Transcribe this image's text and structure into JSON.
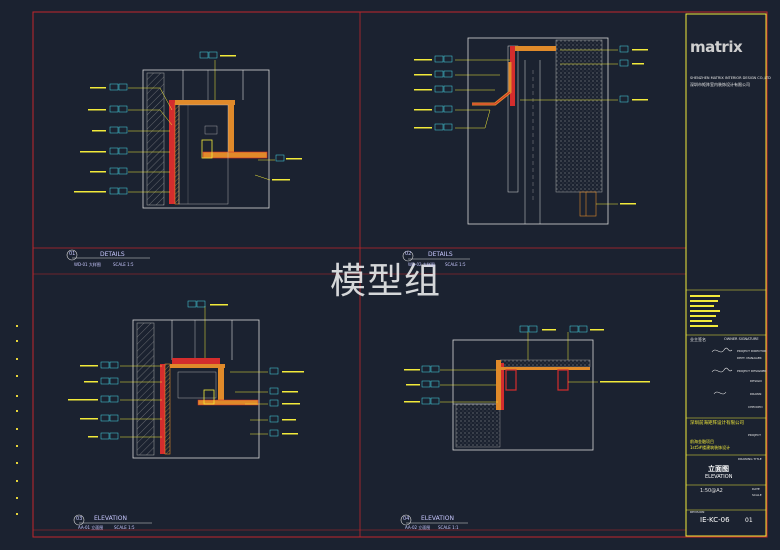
{
  "watermark": "模型组",
  "brand": "matrix",
  "title_block": {
    "company_en": "SHENZHEN MATRIX INTERIOR DESIGN CO.,LTD",
    "company_cn": "深圳市矩阵室内装饰设计有限公司",
    "client_cn": "深圳前海矩阵设计有限公司",
    "project_cn": "前海金融项目",
    "project_sub": "1st5#楼建筑装饰设计",
    "colors_label": "业主签名",
    "owner_sig": "OWNER SIGNATURE",
    "project_director": "PROJECT DIRECTOR",
    "dept_manager": "DEPT. MANAGER",
    "project_designer": "PROJECT DESIGNER",
    "design": "DESIGN",
    "drawn": "DRAWN",
    "checked": "CHECKED",
    "project": "PROJECT",
    "drawing_title": "DRAWING TITLE",
    "sheet_title_cn": "立面图",
    "sheet_title_en": "ELEVATION",
    "scale_value": "1:50@A2",
    "drawing_no": "IE-KC-06",
    "page_no": "01",
    "date": "DATE",
    "scale": "SCALE",
    "revision": "REVISION"
  },
  "panels": [
    {
      "num": "01",
      "title": "DETAILS",
      "sub": "WD-01 大样图",
      "scale": "SCALE 1:5"
    },
    {
      "num": "02",
      "title": "DETAILS",
      "sub": "WD-02 大样图",
      "scale": "SCALE 1:5"
    },
    {
      "num": "03",
      "title": "ELEVATION",
      "sub": "AA-01 立面图",
      "scale": "SCALE 1:5"
    },
    {
      "num": "04",
      "title": "ELEVATION",
      "sub": "AA-02 立面图",
      "scale": "SCALE 1:1"
    }
  ],
  "colors": {
    "background": "#1b2230",
    "frame": "#c0262b",
    "annotation": "#f2ea3a",
    "leader": "#f2ea3a",
    "outline": "#d8d8d8",
    "hatch": "#a8a8a8",
    "finish_red": "#d42d2d",
    "finish_orange": "#e08a2a",
    "tag_cyan": "#46d8e8"
  },
  "icons": [
    "section-tag-icon",
    "hatch-pattern-icon"
  ]
}
